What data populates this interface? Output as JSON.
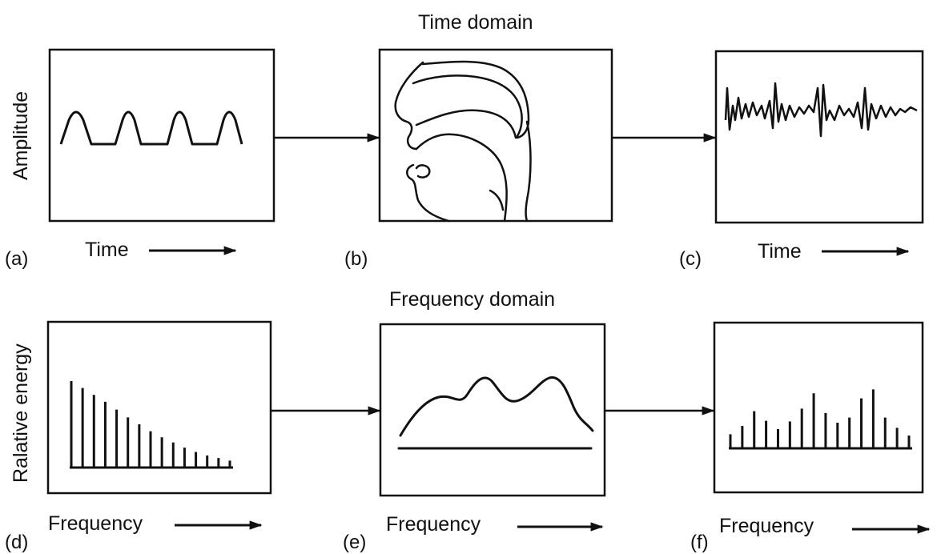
{
  "headings": {
    "time": "Time domain",
    "frequency": "Frequency domain"
  },
  "y_labels": {
    "top": "Amplitude",
    "bottom": "Ralative energy"
  },
  "x_labels": {
    "a": "Time",
    "c": "Time",
    "d": "Frequency",
    "e": "Frequency",
    "f": "Frequency"
  },
  "panel_labels": {
    "a": "(a)",
    "b": "(b)",
    "c": "(c)",
    "d": "(d)",
    "e": "(e)",
    "f": "(f)"
  },
  "spectra": {
    "d_source_harmonics": [
      1.0,
      0.92,
      0.84,
      0.76,
      0.67,
      0.58,
      0.5,
      0.42,
      0.35,
      0.29,
      0.23,
      0.18,
      0.14,
      0.11,
      0.08
    ],
    "f_output_harmonics": [
      0.22,
      0.35,
      0.58,
      0.43,
      0.3,
      0.42,
      0.62,
      0.86,
      0.55,
      0.4,
      0.48,
      0.78,
      0.92,
      0.48,
      0.32,
      0.2
    ]
  }
}
